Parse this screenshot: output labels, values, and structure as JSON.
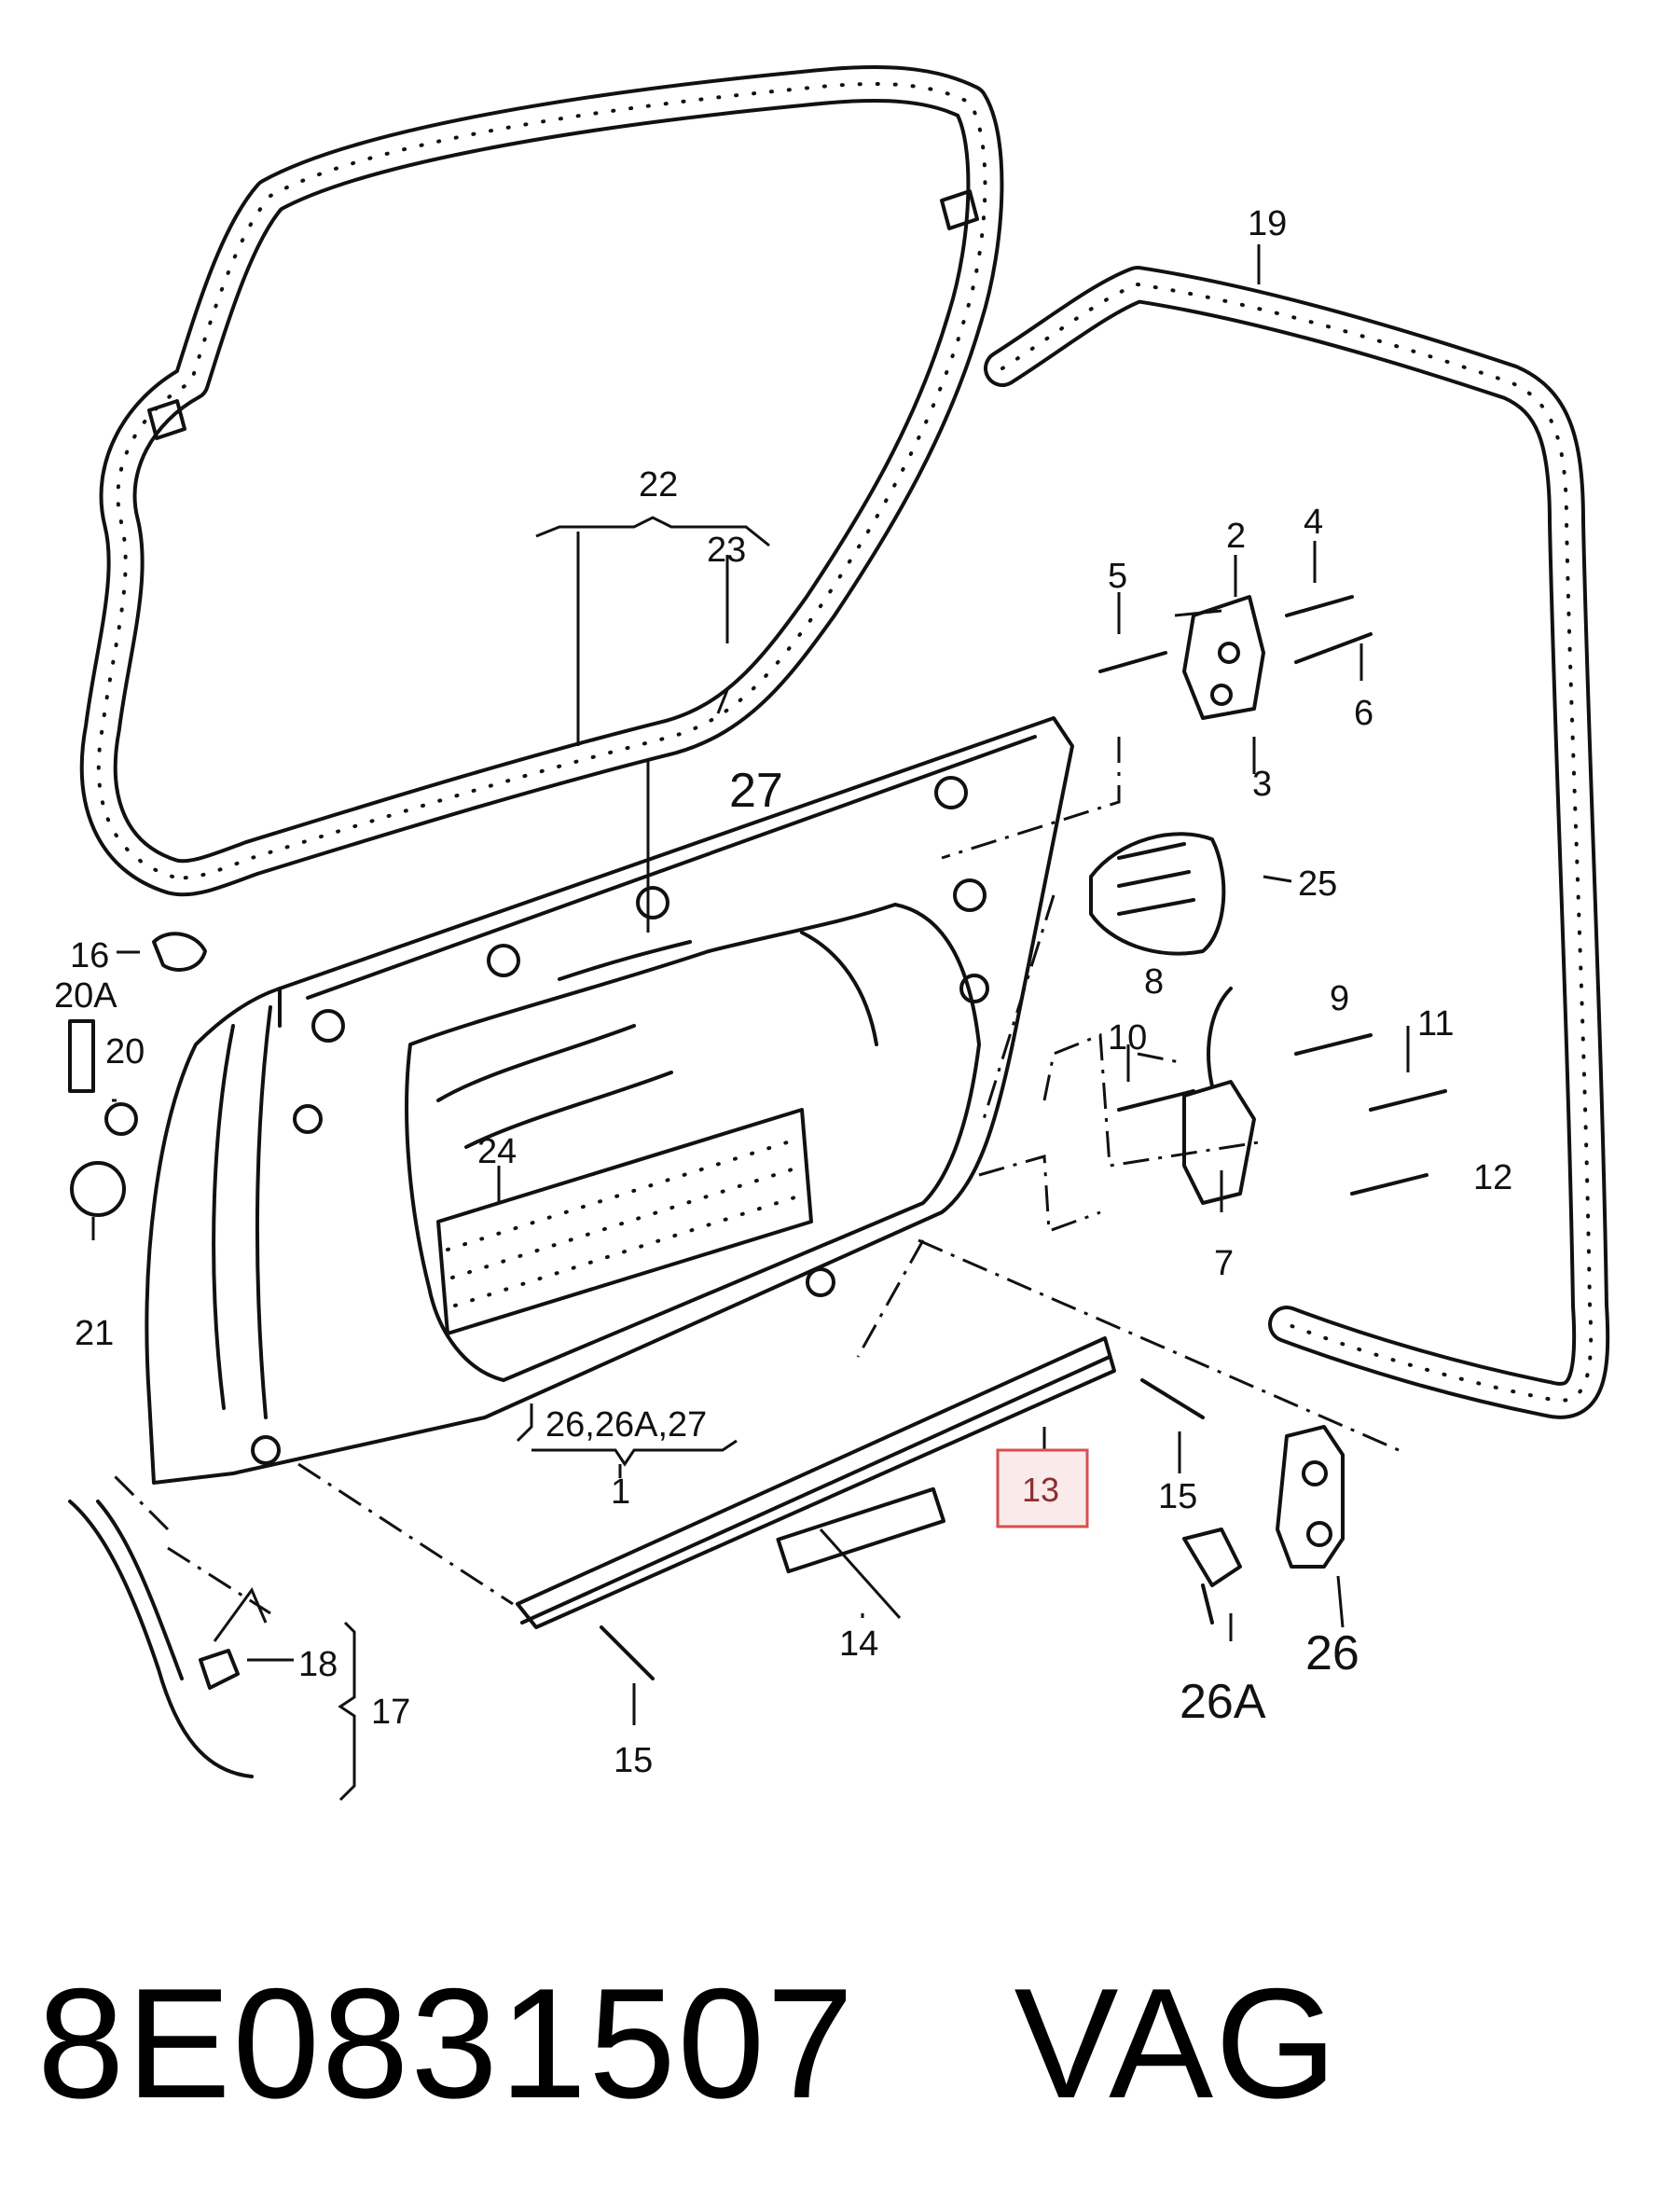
{
  "diagram": {
    "callouts": [
      "1",
      "2",
      "3",
      "4",
      "5",
      "6",
      "7",
      "8",
      "9",
      "10",
      "11",
      "12",
      "13",
      "14",
      "15",
      "15",
      "16",
      "17",
      "18",
      "19",
      "20",
      "20A",
      "21",
      "22",
      "23",
      "24",
      "25",
      "26",
      "26A",
      "26,26A,27",
      "27"
    ],
    "highlighted_callout": "13"
  },
  "footer": {
    "part_number": "8E0831507",
    "brand": "VAG"
  }
}
